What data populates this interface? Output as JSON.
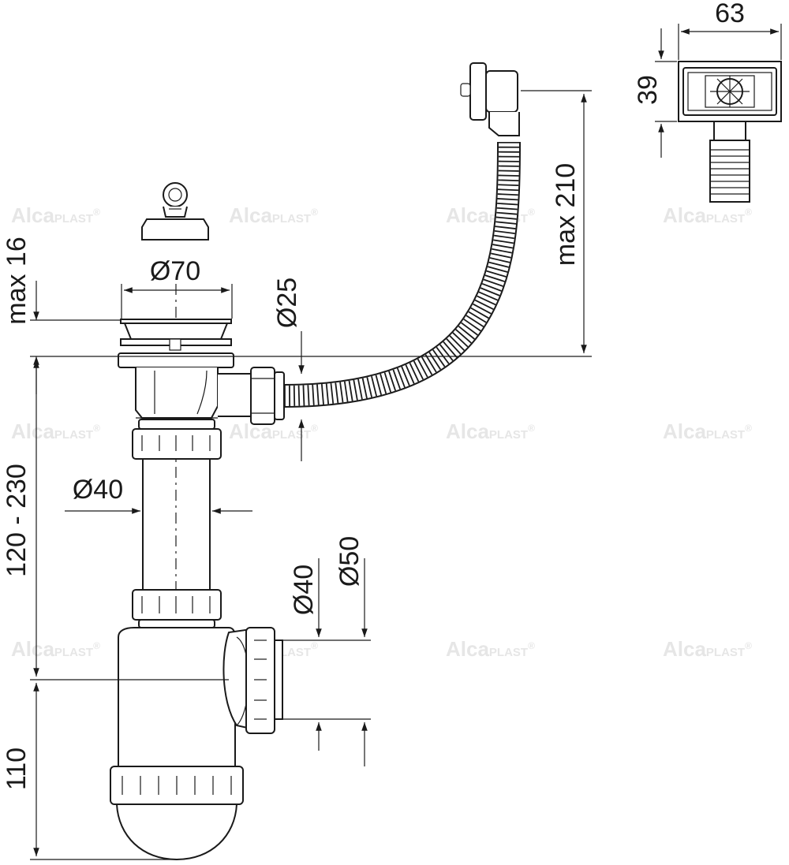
{
  "watermark": {
    "brand": "Alca",
    "suffix": "PLAST",
    "mark": "®"
  },
  "dimensions": {
    "max16": "max 16",
    "range120_230": "120 - 230",
    "h110": "110",
    "d70": "Ø70",
    "d25": "Ø25",
    "d40_tube": "Ø40",
    "d40_outlet": "Ø40",
    "d50_outlet": "Ø50",
    "max210": "max 210",
    "w63": "63",
    "h39": "39"
  },
  "colors": {
    "line": "#1a1a1a",
    "watermark": "#e6e6e6",
    "background": "#ffffff"
  }
}
